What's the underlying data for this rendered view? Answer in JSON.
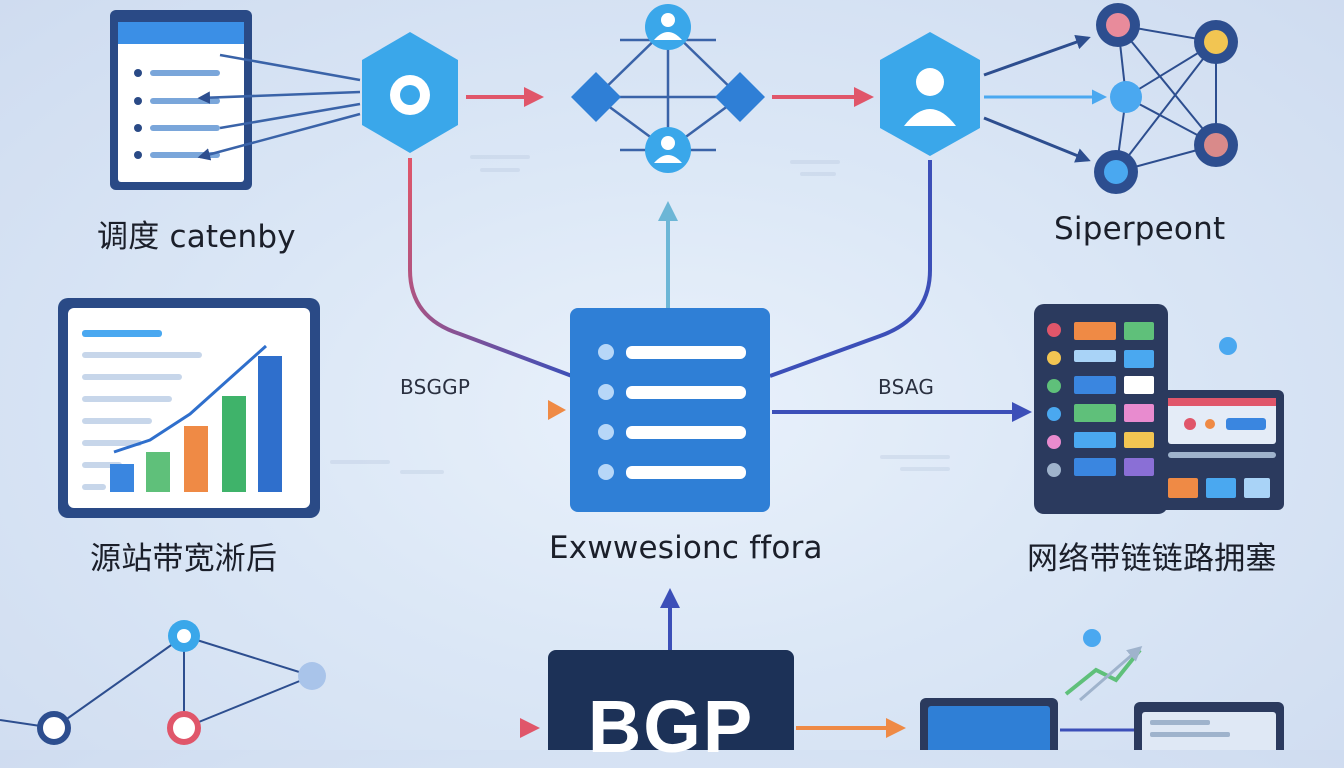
{
  "labels": {
    "top_left": "调度 catenby",
    "top_right": "Siperpeont",
    "mid_left": "源站带宽淅后",
    "mid_right": "网络带链链路拥塞",
    "center": "Exwwesionc ffora",
    "edge_left": "BSGGP",
    "edge_right": "BSAG",
    "bgp": "BGP"
  },
  "colors": {
    "background": "#dbe7f6",
    "node_blue": "#3aa7ea",
    "server_blue": "#2f7fd6",
    "bgp_box": "#1c3157",
    "arrow_red": "#e0566a",
    "arrow_orange": "#ef8a45",
    "arrow_indigo": "#3c4fb8",
    "arrow_teal": "#6cb6d6"
  }
}
